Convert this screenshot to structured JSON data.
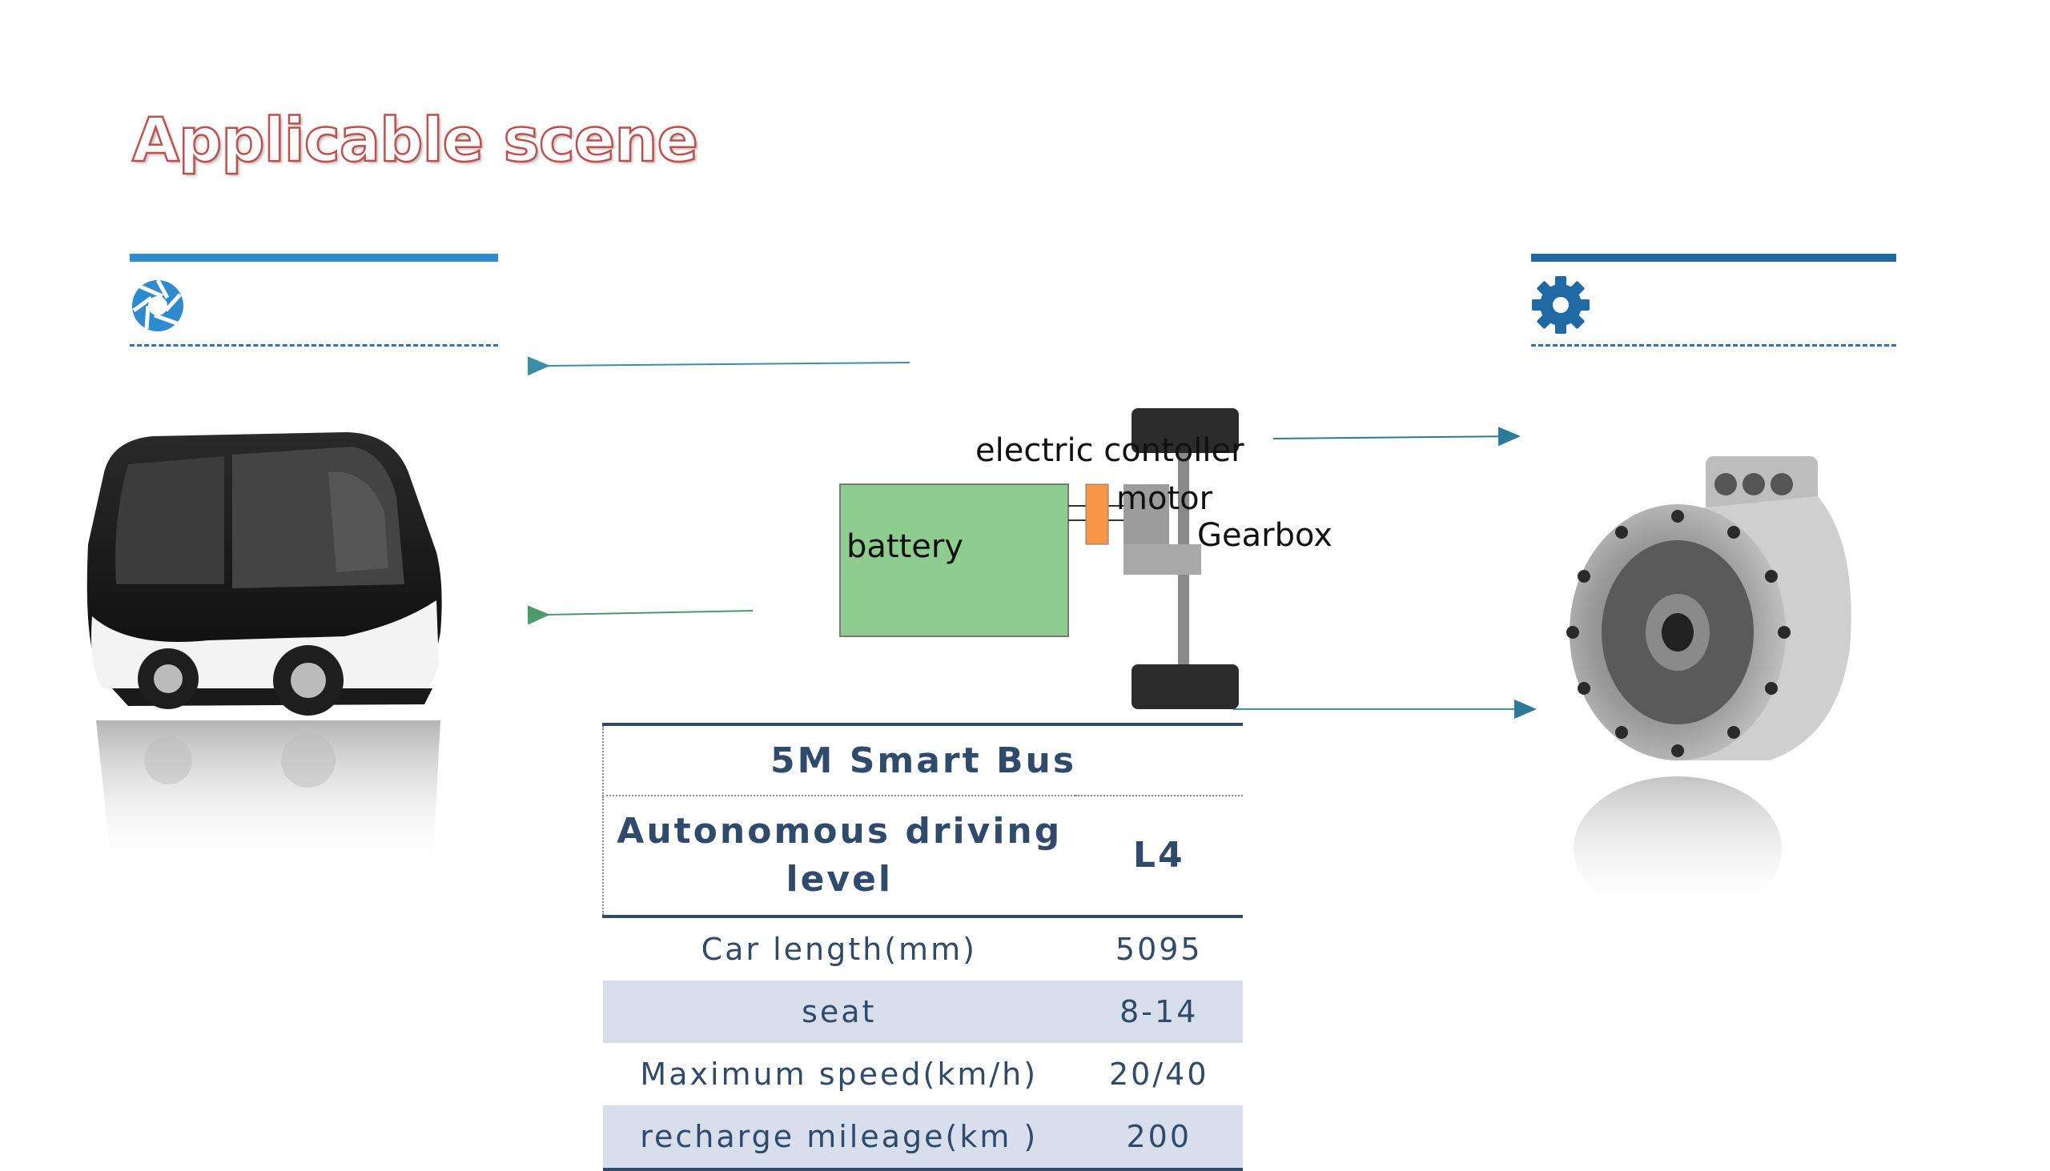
{
  "slide": {
    "title": "Applicable scene"
  },
  "icons": {
    "left": "aperture-icon",
    "right": "gear-icon"
  },
  "colors": {
    "title_outline": "#c0504d",
    "left_bar": "#2e8bd0",
    "right_bar": "#1f6aa5",
    "battery": "#8fcc8f",
    "controller": "#f79646",
    "table_text": "#2f4a6b",
    "table_shade": "#d6dfeb"
  },
  "diagram": {
    "battery_label": "battery",
    "controller_label": "electric contoller",
    "motor_label": "motor",
    "gearbox_label": "Gearbox"
  },
  "table": {
    "title": "5M Smart Bus",
    "subheader": {
      "label": "Autonomous driving level",
      "value": "L4"
    },
    "rows": [
      {
        "label": "Car length(mm)",
        "value": "5095"
      },
      {
        "label": "seat",
        "value": "8-14"
      },
      {
        "label": "Maximum speed(km/h)",
        "value": "20/40"
      },
      {
        "label": "recharge mileage(km )",
        "value": "200"
      }
    ]
  }
}
